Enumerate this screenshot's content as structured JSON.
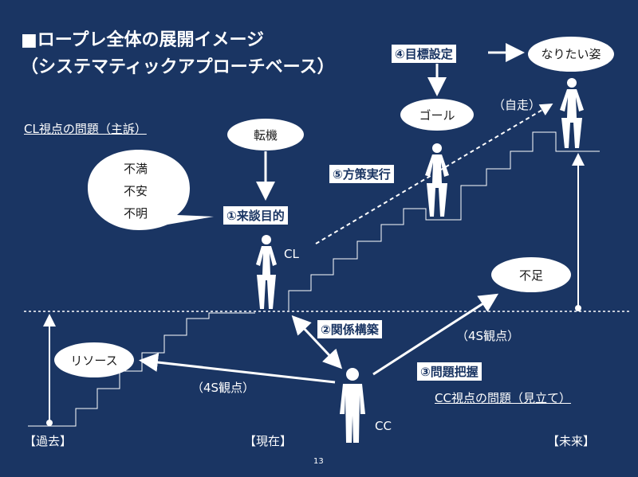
{
  "title_line1": "■ロープレ全体の展開イメージ",
  "title_line2": "（システマティックアプローチベース）",
  "cl_issue_label": "CL視点の問題（主訴）",
  "cc_issue_label": "CC視点の問題（見立て）",
  "bubble_complaints": [
    "不満",
    "不安",
    "不明"
  ],
  "trigger": "転機",
  "step1": "①来談目的",
  "step2": "②関係構築",
  "step3": "③問題把握",
  "step4": "④目標設定",
  "step5": "⑤方策実行",
  "goal": "ゴール",
  "ideal": "なりたい姿",
  "self_drive": "（自走）",
  "shortage": "不足",
  "resource": "リソース",
  "viewpoint_right": "（4S観点）",
  "viewpoint_left": "（4S観点）",
  "label_cl": "CL",
  "label_cc": "CC",
  "time_past": "【過去】",
  "time_present": "【現在】",
  "time_future": "【未来】",
  "page_number": "13",
  "colors": {
    "background": "#1a3563",
    "foreground": "#ffffff"
  }
}
